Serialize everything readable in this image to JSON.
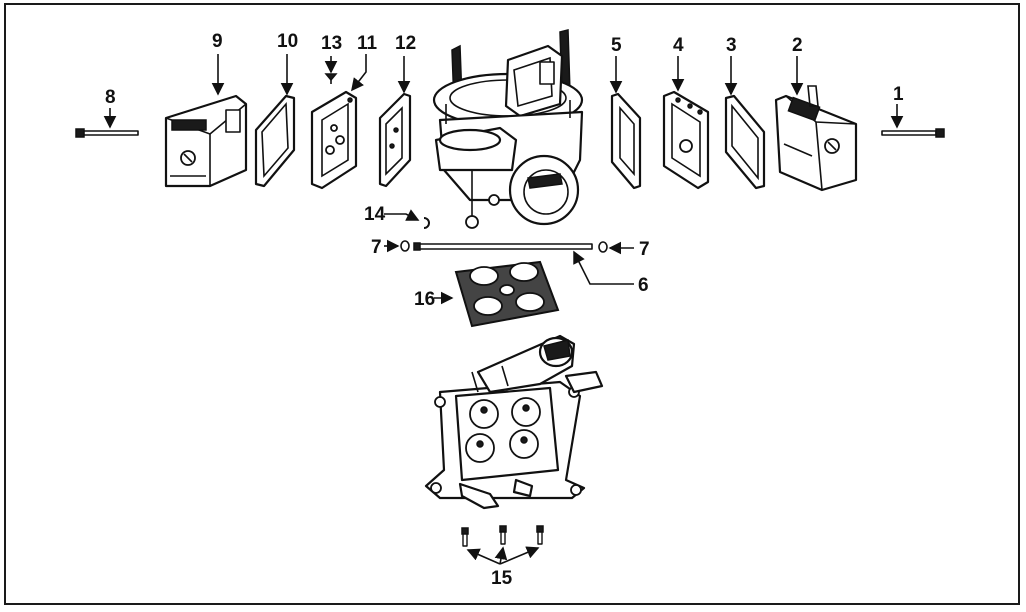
{
  "diagram": {
    "callouts": [
      {
        "id": "1",
        "text": "1"
      },
      {
        "id": "2",
        "text": "2"
      },
      {
        "id": "3",
        "text": "3"
      },
      {
        "id": "4",
        "text": "4"
      },
      {
        "id": "5",
        "text": "5"
      },
      {
        "id": "6",
        "text": "6"
      },
      {
        "id": "7",
        "text": "7"
      },
      {
        "id": "8",
        "text": "8"
      },
      {
        "id": "9",
        "text": "9"
      },
      {
        "id": "10",
        "text": "10"
      },
      {
        "id": "11",
        "text": "11"
      },
      {
        "id": "12",
        "text": "12"
      },
      {
        "id": "13",
        "text": "13"
      },
      {
        "id": "14",
        "text": "14"
      },
      {
        "id": "15",
        "text": "15"
      },
      {
        "id": "16",
        "text": "16"
      }
    ],
    "callout_7_right": "7"
  }
}
